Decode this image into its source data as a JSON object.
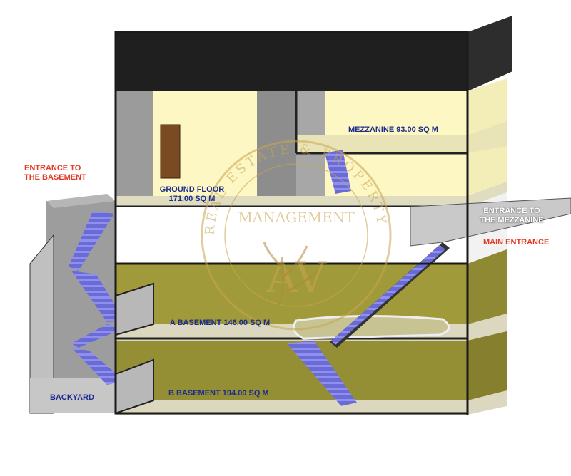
{
  "labels": {
    "entrance_basement_line1": "ENTRANCE TO",
    "entrance_basement_line2": "THE BASEMENT",
    "ground_floor_name": "GROUND FLOOR",
    "ground_floor_area": "171.00 SQ M",
    "mezzanine": "MEZZANINE   93.00 SQ M",
    "entrance_mezzanine_line1": "ENTRANCE TO",
    "entrance_mezzanine_line2": "THE MEZZANINE",
    "main_entrance": "MAIN ENTRANCE",
    "a_basement": "A BASEMENT   146.00 SQ M",
    "b_basement": "B BASEMENT   194.00 SQ M",
    "backyard": "BACKYARD"
  },
  "watermark": {
    "ring_text": "REAL ESTATE & PROPERTY MANAGMENT",
    "brand": "MANAGEMENT",
    "monogram": "AV"
  },
  "colors": {
    "floor_cream": "#fdf7c4",
    "basement_olive": "#a09a3a",
    "wall_grey": "#a5a5a5",
    "stair_blue": "#6b6bd6",
    "roof_dark": "#1f1f1f",
    "label_blue": "#1c2c8c",
    "label_red": "#e23a25",
    "watermark_gold": "#c9a64f"
  }
}
